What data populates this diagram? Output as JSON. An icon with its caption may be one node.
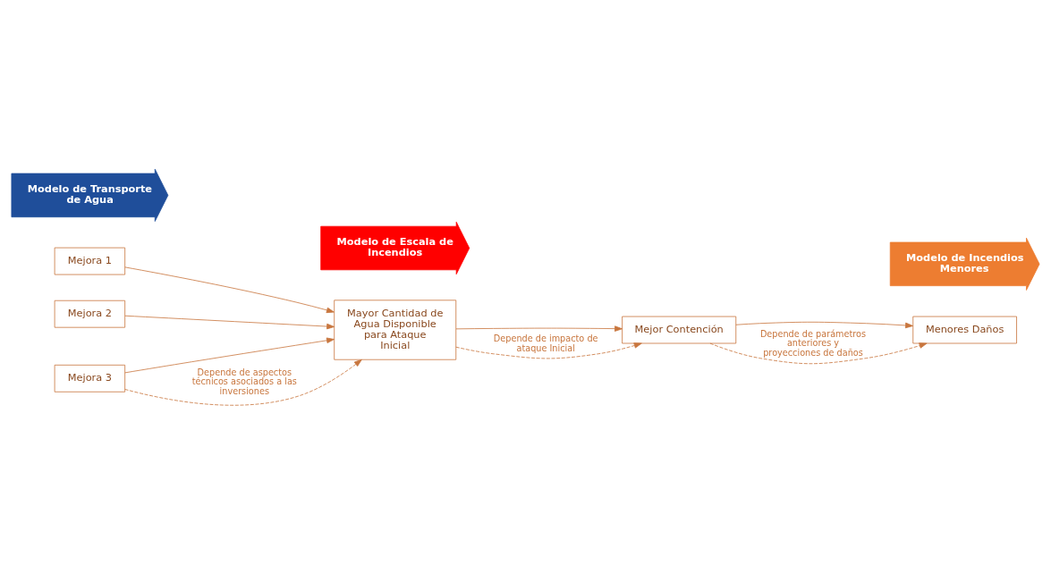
{
  "diagram": {
    "nodes": [
      {
        "text": [
          "Modelo de Transporte de Agua"
        ]
      },
      {
        "text": [
          "Modelo de Escala de Incendios"
        ]
      },
      {
        "text": [
          "Modelo de Incendios Menores"
        ]
      },
      {
        "text": [
          "Mejora 1"
        ]
      },
      {
        "text": [
          "Mejora 2"
        ]
      },
      {
        "text": [
          "Mejora 3"
        ]
      },
      {
        "text": [
          "Mayor Cantidad de Agua Disponible para Ataque Inicial"
        ]
      },
      {
        "text": [
          "Mejor Contención"
        ]
      },
      {
        "text": [
          "Menores Daños"
        ]
      }
    ],
    "edges": [
      {
        "from": 3,
        "to": 6,
        "arrow": "to"
      },
      {
        "from": 4,
        "to": 6,
        "arrow": "to"
      },
      {
        "from": 5,
        "to": 6,
        "arrow": "to"
      },
      {
        "from": 6,
        "to": 7,
        "arrow": "to"
      },
      {
        "from": 7,
        "to": 8,
        "arrow": "to"
      },
      {
        "from": 5,
        "to": 6,
        "arrow": "to",
        "style": "dashed",
        "label": "Depende de aspectos técnicos asociados a las inversiones"
      },
      {
        "from": 6,
        "to": 7,
        "arrow": "to",
        "style": "dashed",
        "label": "Depende de impacto de ataque Inicial"
      },
      {
        "from": 7,
        "to": 8,
        "arrow": "to",
        "style": "dashed",
        "label": "Depende de parámetros anteriores y proyecciones de daños"
      }
    ]
  }
}
